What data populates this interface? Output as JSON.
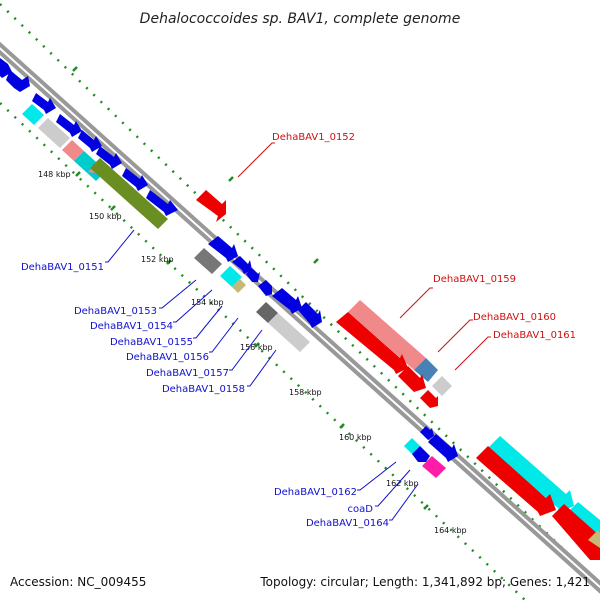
{
  "title": "Dehalococcoides sp. BAV1, complete genome",
  "accession": "Accession: NC_009455",
  "topology": "Topology: circular; Length: 1,341,892 bp; Genes: 1,421",
  "scale_labels": {
    "k148": "148 kbp",
    "k150": "150 kbp",
    "k152": "152 kbp",
    "k154": "154 kbp",
    "k156": "156 kbp",
    "k158": "158 kbp",
    "k160": "160 kbp",
    "k162": "162 kbp",
    "k164": "164 kbp"
  },
  "gene_labels": {
    "g0151": "DehaBAV1_0151",
    "g0152": "DehaBAV1_0152",
    "g0153": "DehaBAV1_0153",
    "g0154": "DehaBAV1_0154",
    "g0155": "DehaBAV1_0155",
    "g0156": "DehaBAV1_0156",
    "g0157": "DehaBAV1_0157",
    "g0158": "DehaBAV1_0158",
    "g0159": "DehaBAV1_0159",
    "g0160": "DehaBAV1_0160",
    "g0161": "DehaBAV1_0161",
    "g0162": "DehaBAV1_0162",
    "coaD": "coaD",
    "g0164": "DehaBAV1_0164"
  },
  "colors": {
    "blue": "#0000e0",
    "red": "#ee0000",
    "salmon": "#f08a8a",
    "cyan": "#00e8e8",
    "olive": "#6b8e23",
    "gray": "#c8c8c8",
    "darkgray": "#777777",
    "tan": "#c8b878",
    "magenta": "#ff1ca8",
    "steel": "#4682b4",
    "tick": "#228b22"
  }
}
